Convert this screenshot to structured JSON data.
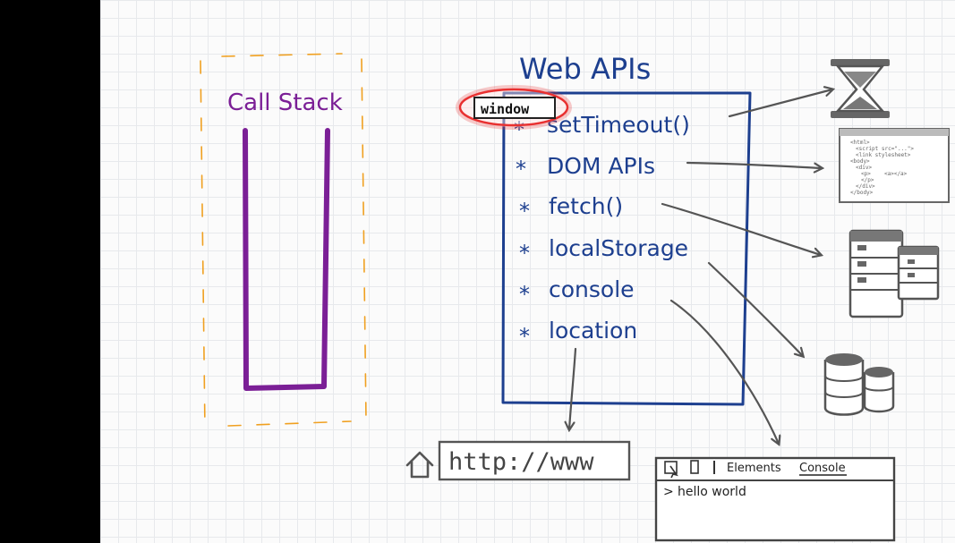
{
  "call_stack": {
    "title": "Call Stack"
  },
  "web_apis": {
    "title": "Web APIs",
    "window_label": "window",
    "bullet": "*",
    "items": [
      {
        "label": "setTimeout()"
      },
      {
        "label": "DOM APIs"
      },
      {
        "label": "fetch()"
      },
      {
        "label": "localStorage"
      },
      {
        "label": "console"
      },
      {
        "label": "location"
      }
    ]
  },
  "address_bar": {
    "url": "http://www"
  },
  "devtools": {
    "tabs": [
      "Elements",
      "Console"
    ],
    "active_tab": "Console",
    "prompt": ">",
    "output": "hello world"
  },
  "html_doc": {
    "lines": [
      "<html>",
      "<script src=\"...\">",
      "<link stylesheet>",
      "<body>",
      "<div>",
      "<p>",
      "<a></a>",
      "</p>",
      "</div>",
      "</body>"
    ]
  },
  "colors": {
    "purple": "#7b1f96",
    "blue": "#1d3f8f",
    "orange": "#f0a020",
    "gray": "#555555",
    "highlight": "#e83030"
  }
}
